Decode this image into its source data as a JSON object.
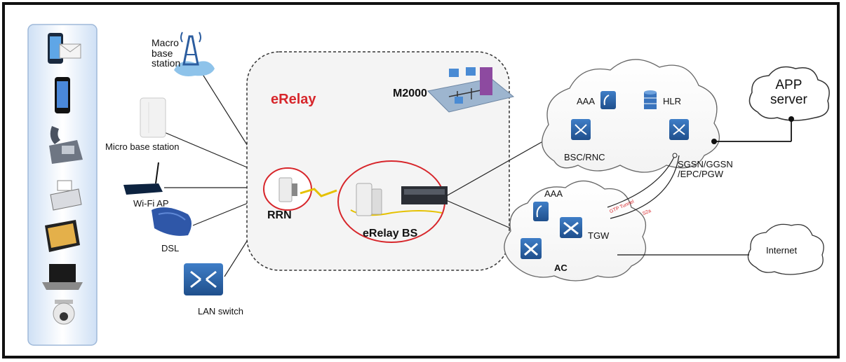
{
  "labels": {
    "macro_line1": "Macro",
    "macro_line2": "base",
    "macro_line3": "station",
    "micro_base_station": "Micro base station",
    "wifi_ap": "Wi-Fi AP",
    "dsl": "DSL",
    "lan_switch": "LAN switch",
    "erelay": "eRelay",
    "m2000": "M2000",
    "rrn": "RRN",
    "erelay_bs": "eRelay BS",
    "aaa_core": "AAA",
    "hlr": "HLR",
    "bsc_rnc": "BSC/RNC",
    "sgsn_line1": "SGSN/GGSN",
    "sgsn_line2": "/EPC/PGW",
    "aaa_ac": "AAA",
    "tgw": "TGW",
    "ac": "AC",
    "gtp_tunnel": "GTP Tunnel",
    "s2a": "S2a",
    "app_line1": "APP",
    "app_line2": "server",
    "internet": "Internet"
  },
  "colors": {
    "accent_red": "#d7262b",
    "icon_blue": "#2c5d9f",
    "link_yellow": "#e5c100",
    "panel_blue": "#cfe0f5"
  }
}
